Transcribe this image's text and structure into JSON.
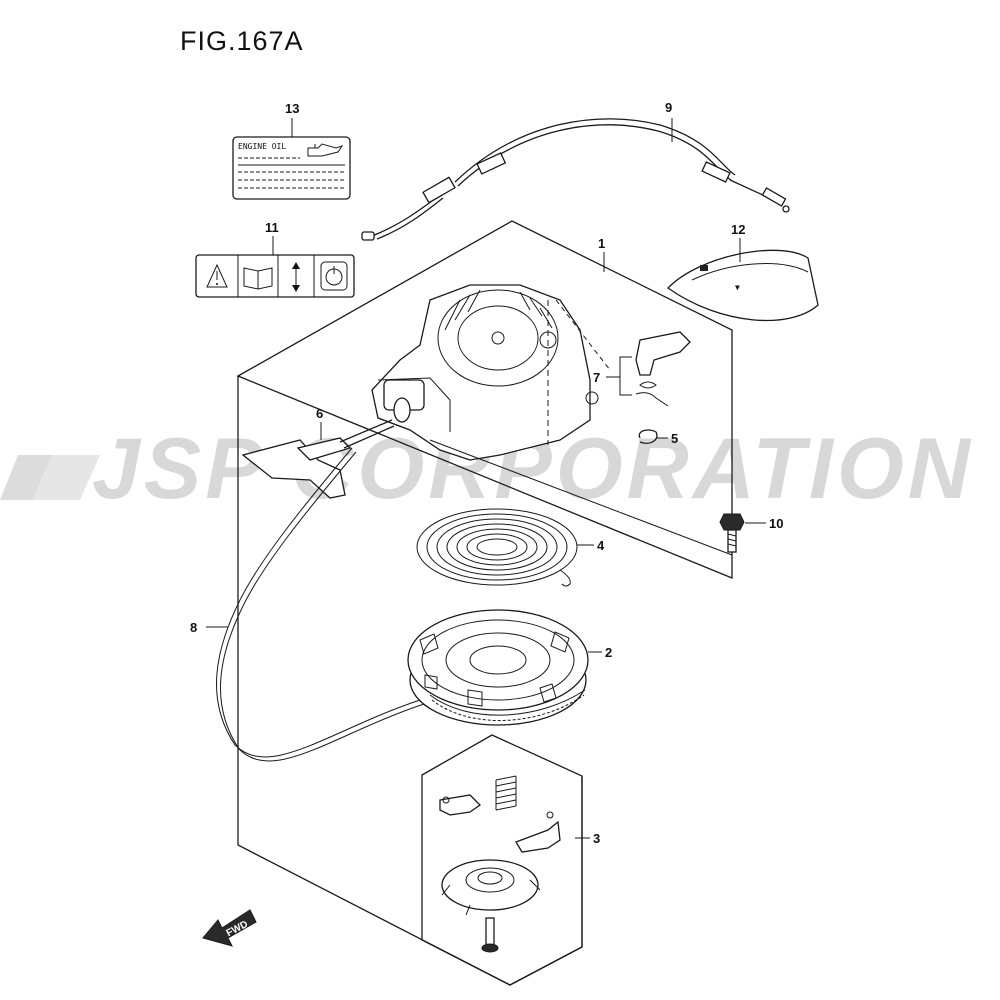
{
  "figure": {
    "title": "FIG.167A"
  },
  "watermark": {
    "text": "JSP CORPORATION"
  },
  "labels": {
    "engine_oil_text": "ENGINE OIL",
    "fwd_text": "FWD"
  },
  "callouts": [
    "1",
    "2",
    "3",
    "4",
    "5",
    "6",
    "7",
    "8",
    "9",
    "10",
    "11",
    "12",
    "13"
  ]
}
